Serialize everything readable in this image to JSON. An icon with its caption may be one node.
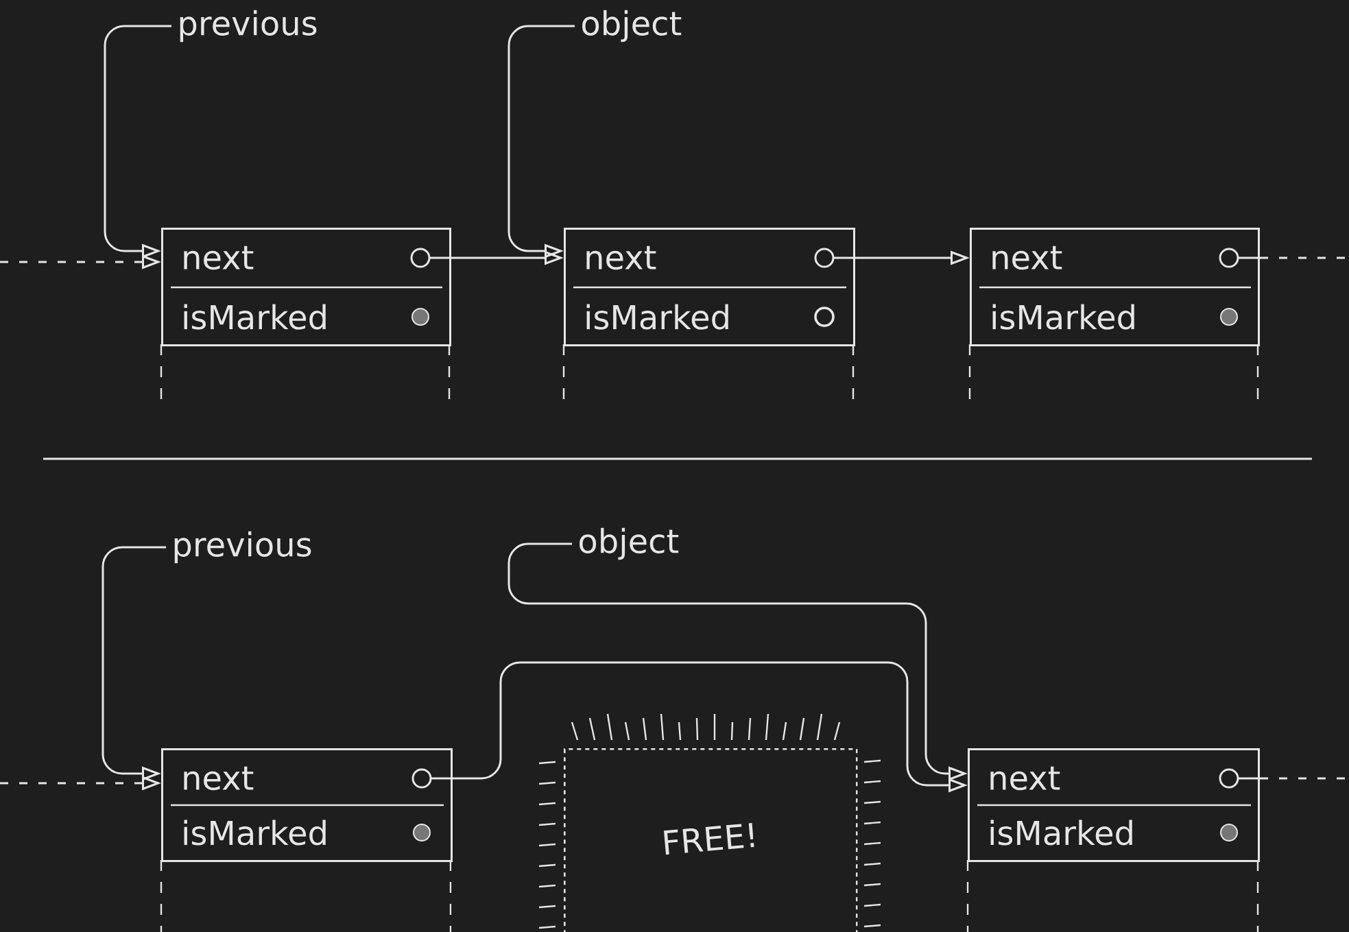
{
  "diagram": {
    "nodes": [
      {
        "text": [
          "previous"
        ]
      },
      {
        "text": [
          "object"
        ]
      },
      {
        "text": [
          "next",
          "isMarked"
        ]
      },
      {
        "text": [
          "next",
          "isMarked"
        ]
      },
      {
        "text": [
          "next",
          "isMarked"
        ]
      },
      {
        "text": [
          "previous"
        ]
      },
      {
        "text": [
          "object"
        ]
      },
      {
        "text": [
          "next",
          "isMarked"
        ]
      },
      {
        "text": [
          "FREE!"
        ]
      },
      {
        "text": [
          "next",
          "isMarked"
        ]
      }
    ],
    "edges": [
      {
        "from": null,
        "to": 2,
        "arrow": "to",
        "style": "dashed"
      },
      {
        "from": 0,
        "to": 2,
        "arrow": "to"
      },
      {
        "from": 2,
        "to": 3,
        "arrow": "to"
      },
      {
        "from": 1,
        "to": 3,
        "arrow": "to"
      },
      {
        "from": 3,
        "to": 4,
        "arrow": "to"
      },
      {
        "from": 4,
        "to": null,
        "arrow": "none",
        "style": "dashed"
      },
      {
        "from": null,
        "to": 7,
        "arrow": "to",
        "style": "dashed"
      },
      {
        "from": 5,
        "to": 7,
        "arrow": "to"
      },
      {
        "from": 7,
        "to": 9,
        "arrow": "to"
      },
      {
        "from": 6,
        "to": 9,
        "arrow": "to"
      },
      {
        "from": 9,
        "to": null,
        "arrow": "none",
        "style": "dashed"
      }
    ]
  }
}
